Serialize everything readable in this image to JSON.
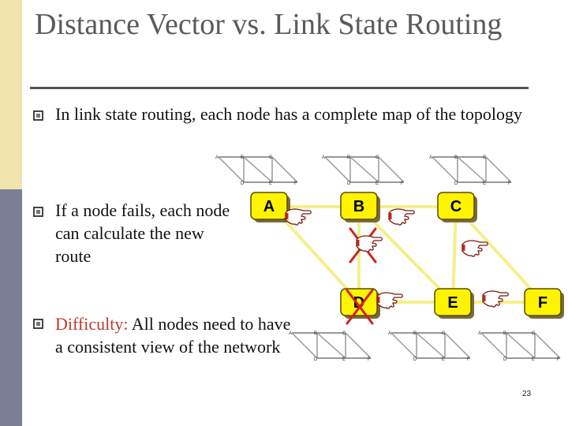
{
  "slide": {
    "title": "Distance Vector vs. Link State Routing",
    "page_number": "23"
  },
  "bullets": [
    {
      "text": "In link state routing, each node has a complete map of the topology"
    },
    {
      "text": "If a node fails, each node can calculate the new route"
    },
    {
      "lead": "Difficulty:",
      "text": " All nodes need to have a consistent view of the network"
    }
  ],
  "network": {
    "nodes": [
      "A",
      "B",
      "C",
      "D",
      "E",
      "F"
    ],
    "links": [
      [
        "A",
        "B"
      ],
      [
        "B",
        "C"
      ],
      [
        "A",
        "D"
      ],
      [
        "B",
        "D"
      ],
      [
        "B",
        "E"
      ],
      [
        "C",
        "E"
      ],
      [
        "C",
        "F"
      ],
      [
        "D",
        "E"
      ],
      [
        "E",
        "F"
      ]
    ],
    "failed_node": "D",
    "failed_links": [
      [
        "B",
        "D"
      ]
    ],
    "mini_map_labels": [
      "A",
      "B",
      "C",
      "D",
      "E",
      "F"
    ]
  },
  "colors": {
    "node_fill": "#fef400",
    "link": "#f4f08a",
    "fail_mark": "#d42020",
    "sidebar_top": "#f2e4ad",
    "sidebar_bottom": "#7c7e96"
  },
  "icons": [
    "pointing-hand-icon",
    "bullet-square-icon",
    "failure-x-icon"
  ]
}
